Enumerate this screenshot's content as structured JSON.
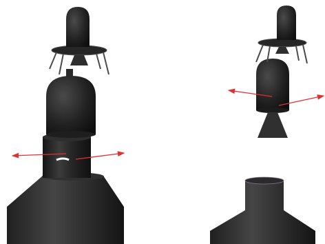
{
  "scene": {
    "background": "#ffffff",
    "colors": {
      "body_dark": "#1b1b1b",
      "body_mid": "#3a3a3a",
      "body_light": "#5a5a5a",
      "deck": "#2a2a2a",
      "strut": "#4a4a4a",
      "arrow": "#e03030",
      "highlight": "#ffffff"
    },
    "views": [
      {
        "id": "left-view",
        "state": "stacked",
        "description_tag": "lander-on-rocket-stack"
      },
      {
        "id": "right-view",
        "state": "exploded",
        "description_tag": "separated-stages"
      }
    ]
  }
}
